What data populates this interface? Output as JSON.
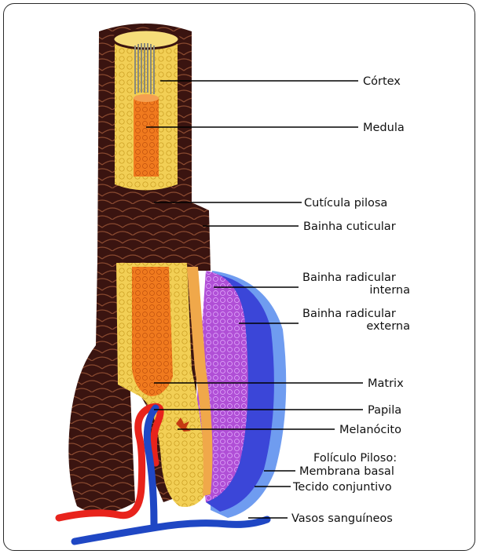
{
  "labels": {
    "cortex": "Córtex",
    "medula": "Medula",
    "cuticula_pilosa": "Cutícula pilosa",
    "bainha_cuticular": "Bainha cuticular",
    "bainha_radicular_interna_1": "Bainha radicular",
    "bainha_radicular_interna_2": "interna",
    "bainha_radicular_externa_1": "Bainha radicular",
    "bainha_radicular_externa_2": "externa",
    "matrix": "Matrix",
    "papila": "Papila",
    "melanocito": "Melanócito",
    "foliculo_piloso": "Folículo Piloso:",
    "membrana_basal": "Membrana basal",
    "tecido_conjuntivo": "Tecido conjuntivo",
    "vasos_sanguineos": "Vasos sanguíneos"
  },
  "colors": {
    "cuticle_dark": "#3a1410",
    "cortex_yellow": "#f2cf55",
    "medula_orange": "#f07a1e",
    "outer_sheath_purple": "#9b3fc8",
    "basal_blue": "#3b46d8",
    "connective_lightblue": "#6f9cf0",
    "artery_red": "#e8231c",
    "vein_blue": "#1f47c4"
  }
}
